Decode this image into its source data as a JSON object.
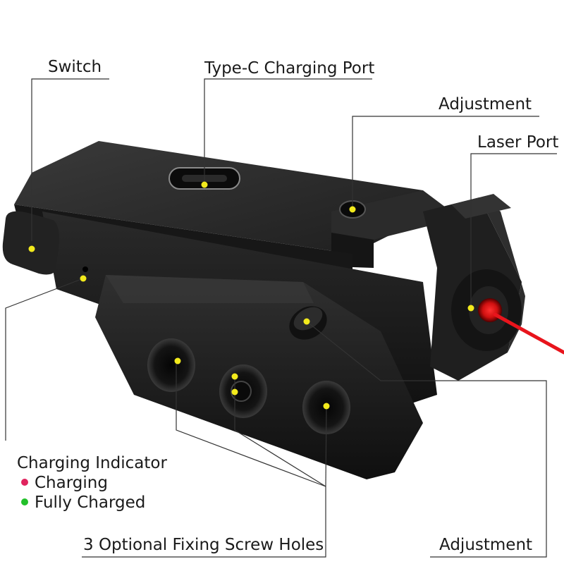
{
  "callouts": {
    "switch": "Switch",
    "type_c_port": "Type-C Charging Port",
    "adjustment_top": "Adjustment",
    "laser_port": "Laser Port",
    "screw_holes": "3 Optional Fixing Screw Holes",
    "adjustment_bottom": "Adjustment"
  },
  "charging_legend": {
    "title": "Charging Indicator",
    "items": [
      {
        "label": "Charging",
        "color": "#e0245e"
      },
      {
        "label": "Fully Charged",
        "color": "#22c02a"
      }
    ]
  },
  "colors": {
    "marker": "#f2ea1c",
    "laser_beam": "#e8141c",
    "body": "#1c1c1c",
    "leader_line": "#333333"
  }
}
